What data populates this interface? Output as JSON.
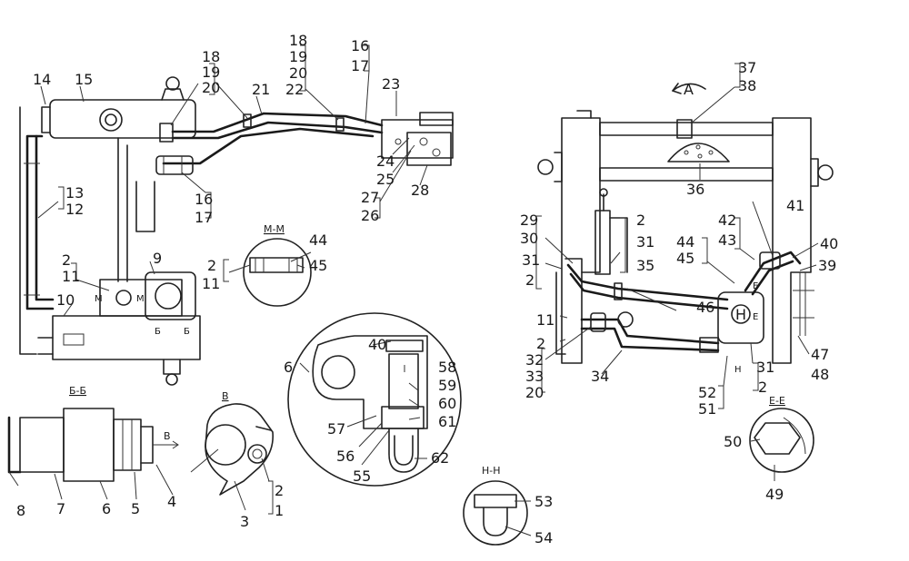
{
  "labels": [
    "1",
    "2",
    "3",
    "4",
    "5",
    "6",
    "7",
    "8",
    "9",
    "10",
    "11",
    "12",
    "13",
    "14",
    "15",
    "16",
    "17",
    "18",
    "19",
    "20",
    "21",
    "22",
    "23",
    "24",
    "25",
    "26",
    "27",
    "28",
    "29",
    "30",
    "31",
    "32",
    "33",
    "34",
    "35",
    "36",
    "37",
    "38",
    "39",
    "40",
    "41",
    "42",
    "43",
    "44",
    "45",
    "46",
    "47",
    "48",
    "49",
    "50",
    "51",
    "52",
    "53",
    "54",
    "55",
    "56",
    "57",
    "58",
    "59",
    "60",
    "61",
    "62"
  ],
  "sections": {
    "mm": "М-М",
    "bb": "Б-Б",
    "b": "В",
    "hh": "Н-Н",
    "ee": "Е-Е",
    "a": "А",
    "m": "М",
    "bsmall": "Б",
    "h": "Н",
    "e": "Е",
    "hcircle": "Н"
  }
}
